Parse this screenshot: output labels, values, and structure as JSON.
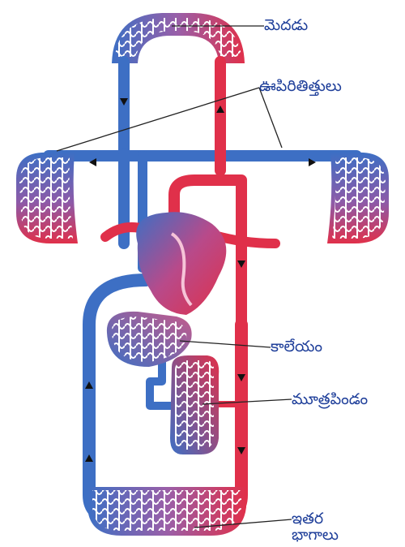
{
  "labels": {
    "brain": "మెదడు",
    "lungs": "ఊపిరితిత్తులు",
    "liver": "కాలేయం",
    "kidney": "మూత్రపిండం",
    "other_line1": "ఇతర",
    "other_line2": "భాగాలు"
  },
  "colors": {
    "deoxygenated": "#3d6fc4",
    "oxygenated": "#e0304a",
    "label_text": "#1f3f9a",
    "leader_line": "#222222",
    "arrow": "#111111"
  }
}
